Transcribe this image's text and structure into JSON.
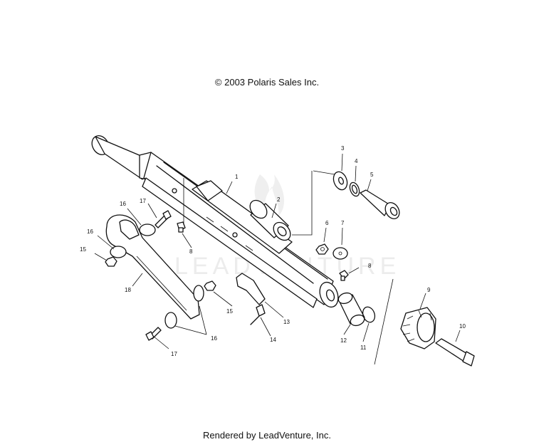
{
  "copyright": "© 2003 Polaris Sales Inc.",
  "footer": "Rendered by LeadVenture, Inc.",
  "watermark": "LEADVENTURE",
  "callouts": [
    {
      "id": "c1",
      "label": "1"
    },
    {
      "id": "c2",
      "label": "2"
    },
    {
      "id": "c3",
      "label": "3"
    },
    {
      "id": "c4",
      "label": "4"
    },
    {
      "id": "c5",
      "label": "5"
    },
    {
      "id": "c6",
      "label": "6"
    },
    {
      "id": "c7",
      "label": "7"
    },
    {
      "id": "c8a",
      "label": "8"
    },
    {
      "id": "c8b",
      "label": "8"
    },
    {
      "id": "c9",
      "label": "9"
    },
    {
      "id": "c10",
      "label": "10"
    },
    {
      "id": "c11",
      "label": "11"
    },
    {
      "id": "c12",
      "label": "12"
    },
    {
      "id": "c13",
      "label": "13"
    },
    {
      "id": "c14",
      "label": "14"
    },
    {
      "id": "c15a",
      "label": "15"
    },
    {
      "id": "c15b",
      "label": "15"
    },
    {
      "id": "c16a",
      "label": "16"
    },
    {
      "id": "c16b",
      "label": "16"
    },
    {
      "id": "c16c",
      "label": "16"
    },
    {
      "id": "c17a",
      "label": "17"
    },
    {
      "id": "c17b",
      "label": "17"
    },
    {
      "id": "c18",
      "label": "18"
    }
  ]
}
